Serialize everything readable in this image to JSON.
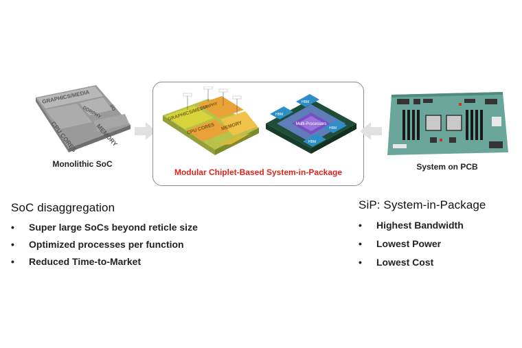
{
  "monolithic": {
    "caption": "Monolithic SoC",
    "blocks": [
      "GRAPHICS/MEDIA",
      "CPU CORES",
      "DDRPHY",
      "MEMORY",
      "I/O"
    ]
  },
  "chiplet": {
    "caption": "Modular Chiplet-Based System-in-Package",
    "core_label": "Multi-Processors",
    "hbm_label": "HBM",
    "blocks": [
      "GRAPHICS/MEDIA",
      "CPU CORES",
      "DDRPHY",
      "MEMORY"
    ]
  },
  "pcb": {
    "caption": "System on PCB"
  },
  "left_block": {
    "title": "SoC disaggregation",
    "items": [
      "Super large SoCs beyond reticle size",
      "Optimized processes per function",
      "Reduced Time-to-Market"
    ]
  },
  "right_block": {
    "title": "SiP: System-in-Package",
    "items": [
      "Highest Bandwidth",
      "Lowest Power",
      "Lowest Cost"
    ]
  },
  "bullet": "•",
  "colors": {
    "caption_red": "#e0221b",
    "chiplet_yellow": "#d6d43a",
    "chiplet_orange": "#e9a238",
    "hbm_blue": "#2e8fc7",
    "processor_purple": "#7b4fc4",
    "pcb_green": "#6aa79a",
    "arrow_gray": "#e1e1e1"
  }
}
